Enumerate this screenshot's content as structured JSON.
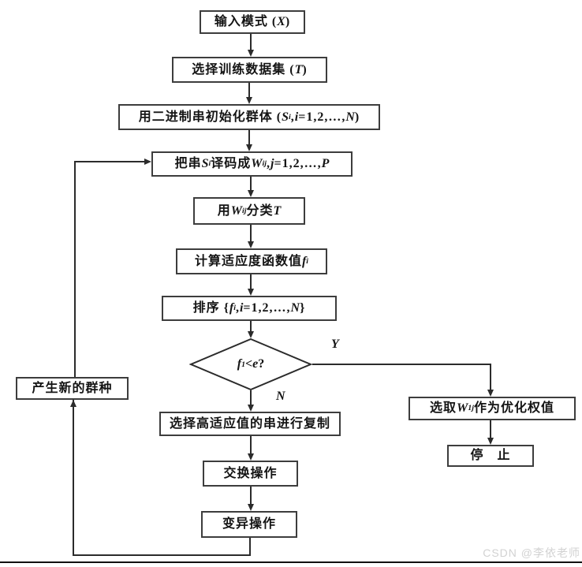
{
  "nodes": {
    "input_pattern": {
      "segments": [
        {
          "t": "输入模式 ("
        },
        {
          "t": "X",
          "s": "var"
        },
        {
          "t": ")"
        }
      ]
    },
    "select_training": {
      "segments": [
        {
          "t": "选择训练数据集 ("
        },
        {
          "t": "T",
          "s": "var"
        },
        {
          "t": ")"
        }
      ]
    },
    "init_population": {
      "segments": [
        {
          "t": "用二进制串初始化群体 ("
        },
        {
          "t": "S",
          "s": "var"
        },
        {
          "t": "i",
          "s": "sub"
        },
        {
          "t": ", "
        },
        {
          "t": "i",
          "s": "var"
        },
        {
          "t": "=1,2,…,"
        },
        {
          "t": "N",
          "s": "var"
        },
        {
          "t": ")"
        }
      ]
    },
    "decode_string": {
      "segments": [
        {
          "t": "把串 "
        },
        {
          "t": "S",
          "s": "var"
        },
        {
          "t": "i",
          "s": "sub"
        },
        {
          "t": " 译码成 "
        },
        {
          "t": "W",
          "s": "var"
        },
        {
          "t": "ij",
          "s": "sub"
        },
        {
          "t": ","
        },
        {
          "t": "j",
          "s": "var"
        },
        {
          "t": "=1,2,…,"
        },
        {
          "t": "P",
          "s": "var"
        }
      ]
    },
    "classify": {
      "segments": [
        {
          "t": "用 "
        },
        {
          "t": "W",
          "s": "var"
        },
        {
          "t": "ij",
          "s": "sub"
        },
        {
          "t": " 分类 "
        },
        {
          "t": "T",
          "s": "var"
        }
      ]
    },
    "fitness": {
      "segments": [
        {
          "t": "计算适应度函数值 "
        },
        {
          "t": "f",
          "s": "var"
        },
        {
          "t": "i",
          "s": "sub"
        }
      ]
    },
    "sort": {
      "segments": [
        {
          "t": "排序 { "
        },
        {
          "t": "f",
          "s": "var"
        },
        {
          "t": "i",
          "s": "sub"
        },
        {
          "t": ","
        },
        {
          "t": "i",
          "s": "var"
        },
        {
          "t": "=1,2,…,"
        },
        {
          "t": "N",
          "s": "var"
        },
        {
          "t": "}"
        }
      ]
    },
    "decision": {
      "segments": [
        {
          "t": "f",
          "s": "var"
        },
        {
          "t": "1",
          "s": "sub"
        },
        {
          "t": "<"
        },
        {
          "t": "e",
          "s": "var"
        },
        {
          "t": "?"
        }
      ]
    },
    "select_copy": {
      "segments": [
        {
          "t": "选择高适应值的串进行复制"
        }
      ]
    },
    "crossover": {
      "segments": [
        {
          "t": "交换操作"
        }
      ]
    },
    "mutation": {
      "segments": [
        {
          "t": "变异操作"
        }
      ]
    },
    "new_population": {
      "segments": [
        {
          "t": "产生新的群种"
        }
      ]
    },
    "optimal_weight": {
      "segments": [
        {
          "t": "选取 "
        },
        {
          "t": "W",
          "s": "var"
        },
        {
          "t": "1j",
          "s": "sub"
        },
        {
          "t": " 作为优化权值"
        }
      ]
    },
    "stop": {
      "segments": [
        {
          "t": "停　止"
        }
      ]
    }
  },
  "branch_labels": {
    "yes": "Y",
    "no": "N"
  },
  "watermark": "CSDN @李依老师",
  "colors": {
    "line": "#2b2b2b",
    "box_border": "#3d3d3d",
    "text": "#141414",
    "watermark": "#d2d2d2",
    "background": "#ffffff"
  }
}
